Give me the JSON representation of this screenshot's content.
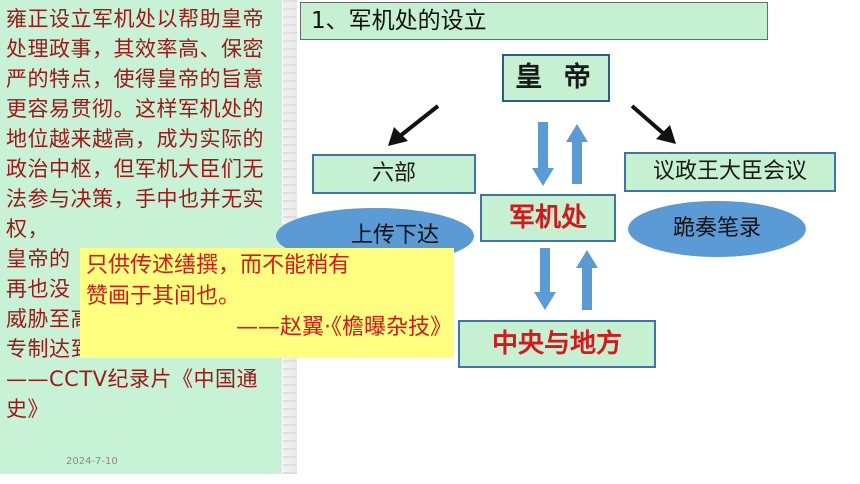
{
  "left_panel": {
    "text": "雍正设立军机处以帮助皇帝处理政事，其效率高、保密严的特点，使得皇帝的旨意更容易贯彻。这样军机处的地位越来越高，成为实际的政治中枢，但军机大臣们无法参与决策，手中也并无实权，\n皇帝的\n再也没\n威胁至高无上的皇权，君主专制达到顶峰。\n——CCTV纪录片《中国通史》",
    "date": "2024-7-10"
  },
  "title": "1、军机处的设立",
  "diagram": {
    "emperor": "皇 帝",
    "liubu": "六部",
    "council": "议政王大臣会议",
    "junjichu": "军机处",
    "central_local": "中央与地方",
    "shangchuan": "上传下达",
    "guizou": "跪奏笔录"
  },
  "quote": {
    "line1": "只供传述缮撰，而不能稍有",
    "line2": "赞画于其间也。",
    "line3": "——赵翼·《檐曝杂技》"
  },
  "colors": {
    "panel_bg": "#c7f2d6",
    "box_border": "#2a5c8a",
    "ellipse": "#5b9bd5",
    "arrow_blue": "#5b9bd5",
    "highlight_red": "#d81818",
    "quote_bg": "#ffff80"
  }
}
